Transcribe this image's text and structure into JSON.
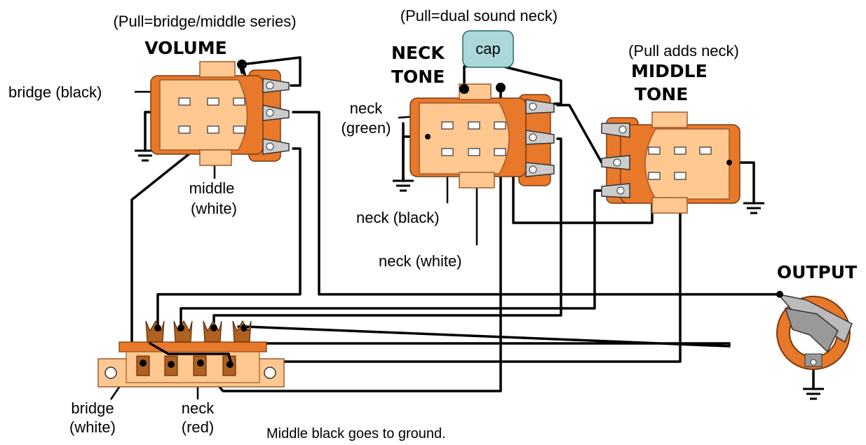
{
  "volume": {
    "note": "(Pull=bridge/middle series)",
    "title": "VOLUME",
    "labels": {
      "bridge_black": "bridge (black)",
      "middle_1": "middle",
      "middle_2": "(white)"
    }
  },
  "neck_tone": {
    "note": "(Pull=dual sound neck)",
    "title_1": "NECK",
    "title_2": "TONE",
    "cap": "cap",
    "labels": {
      "neck_green_1": "neck",
      "neck_green_2": "(green)",
      "neck_black": "neck (black)",
      "neck_white": "neck (white)"
    }
  },
  "middle_tone": {
    "note": "(Pull adds neck)",
    "title_1": "MIDDLE",
    "title_2": "TONE"
  },
  "output": {
    "title": "OUTPUT"
  },
  "switch": {
    "labels": {
      "bridge_1": "bridge",
      "bridge_2": "(white)",
      "neck_1": "neck",
      "neck_2": "(red)"
    }
  },
  "footnote": "Middle black goes to ground.",
  "colors": {
    "pot_body": "#e8782a",
    "pot_switch": "#ffc890",
    "cap": "#aad8d8",
    "wire": "#000000"
  }
}
